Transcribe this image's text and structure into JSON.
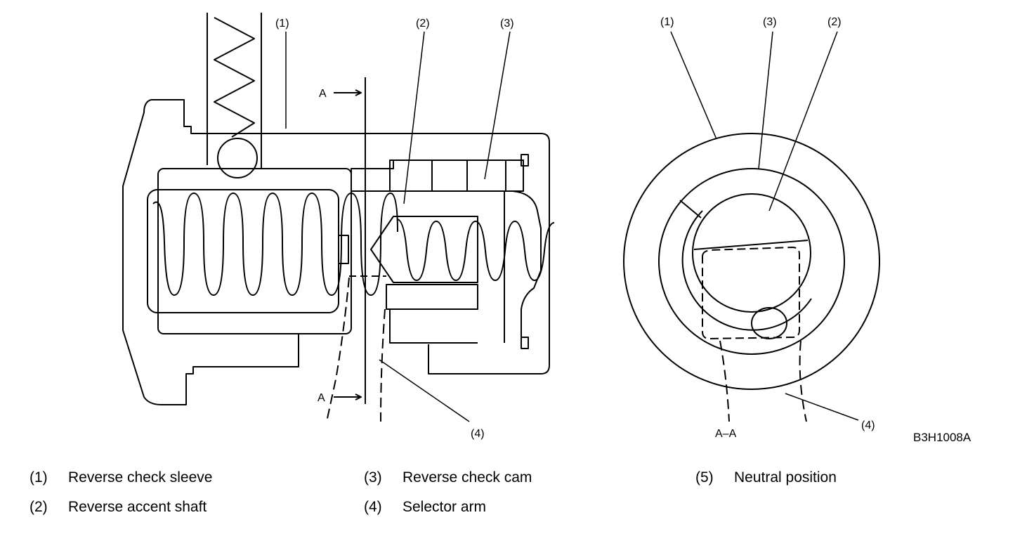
{
  "figure": {
    "callouts": {
      "c1_left": "(1)",
      "c2_left": "(2)",
      "c3_left": "(3)",
      "c4_left": "(4)",
      "c1_right": "(1)",
      "c3_right": "(3)",
      "c2_right": "(2)",
      "c4_right": "(4)"
    },
    "section_marks": {
      "top": "A",
      "bottom": "A"
    },
    "section_label": "A–A",
    "figure_code": "B3H1008A"
  },
  "legend": [
    {
      "num": "(1)",
      "text": "Reverse check sleeve"
    },
    {
      "num": "(2)",
      "text": "Reverse accent shaft"
    },
    {
      "num": "(3)",
      "text": "Reverse check cam"
    },
    {
      "num": "(4)",
      "text": "Selector arm"
    },
    {
      "num": "(5)",
      "text": "Neutral position"
    }
  ]
}
